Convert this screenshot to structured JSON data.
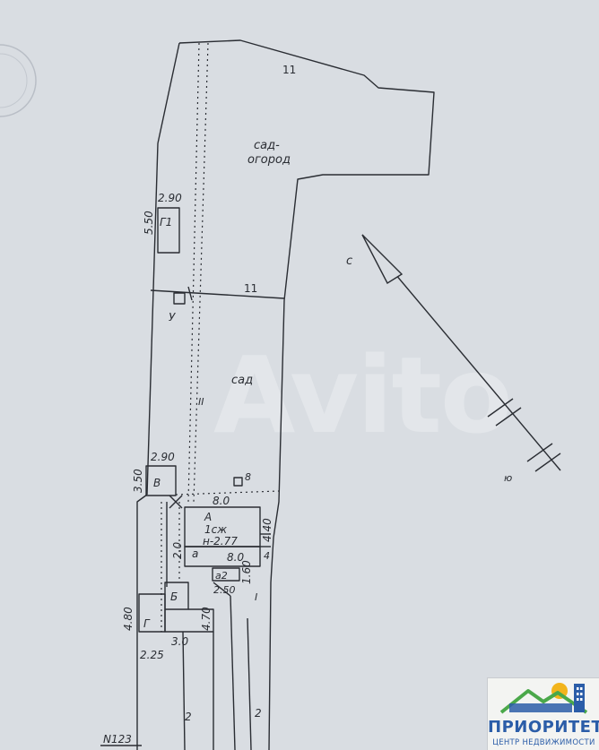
{
  "plan": {
    "labels": {
      "dim_top": "11",
      "garden_veg_line1": "сад-",
      "garden_veg_line2": "огород",
      "g1_width": "2.90",
      "g1_height": "5.50",
      "g1_name": "Г1",
      "north_letter": "с",
      "south_letter": "ю",
      "u_mark": "У",
      "mid_dim": "11",
      "garden": "сад",
      "path_mark": "II",
      "v_width": "2.90",
      "v_height": "3.50",
      "v_name": "В",
      "well_mark": "8",
      "a_width": "8.0",
      "a_name": "А",
      "a_floors": "1сж",
      "a_height_mark": "н-2.77",
      "a_depth": "4.40",
      "a_side": "4",
      "a_small": "а",
      "a_small_width": "8.0",
      "a_small_depth": "2.0",
      "a2": "а2",
      "a2_width": "2.50",
      "a2_depth": "1.60",
      "roman_one": "I",
      "b_name": "Б",
      "b_depth": "4.70",
      "g_name": "Г",
      "g_height": "4.80",
      "g_width": "2.25",
      "b_width": "3.0",
      "strip_left": "2",
      "strip_right": "2",
      "lot_number": "N123"
    }
  },
  "watermark": {
    "text": "Avito"
  },
  "logo": {
    "brand": "ПРИОРИТЕТ",
    "subtitle": "ЦЕНТР НЕДВИЖИМОСТИ",
    "house_color": "#2b5da8",
    "sun_color": "#f2b41c",
    "roof_color": "#4aa84a"
  }
}
